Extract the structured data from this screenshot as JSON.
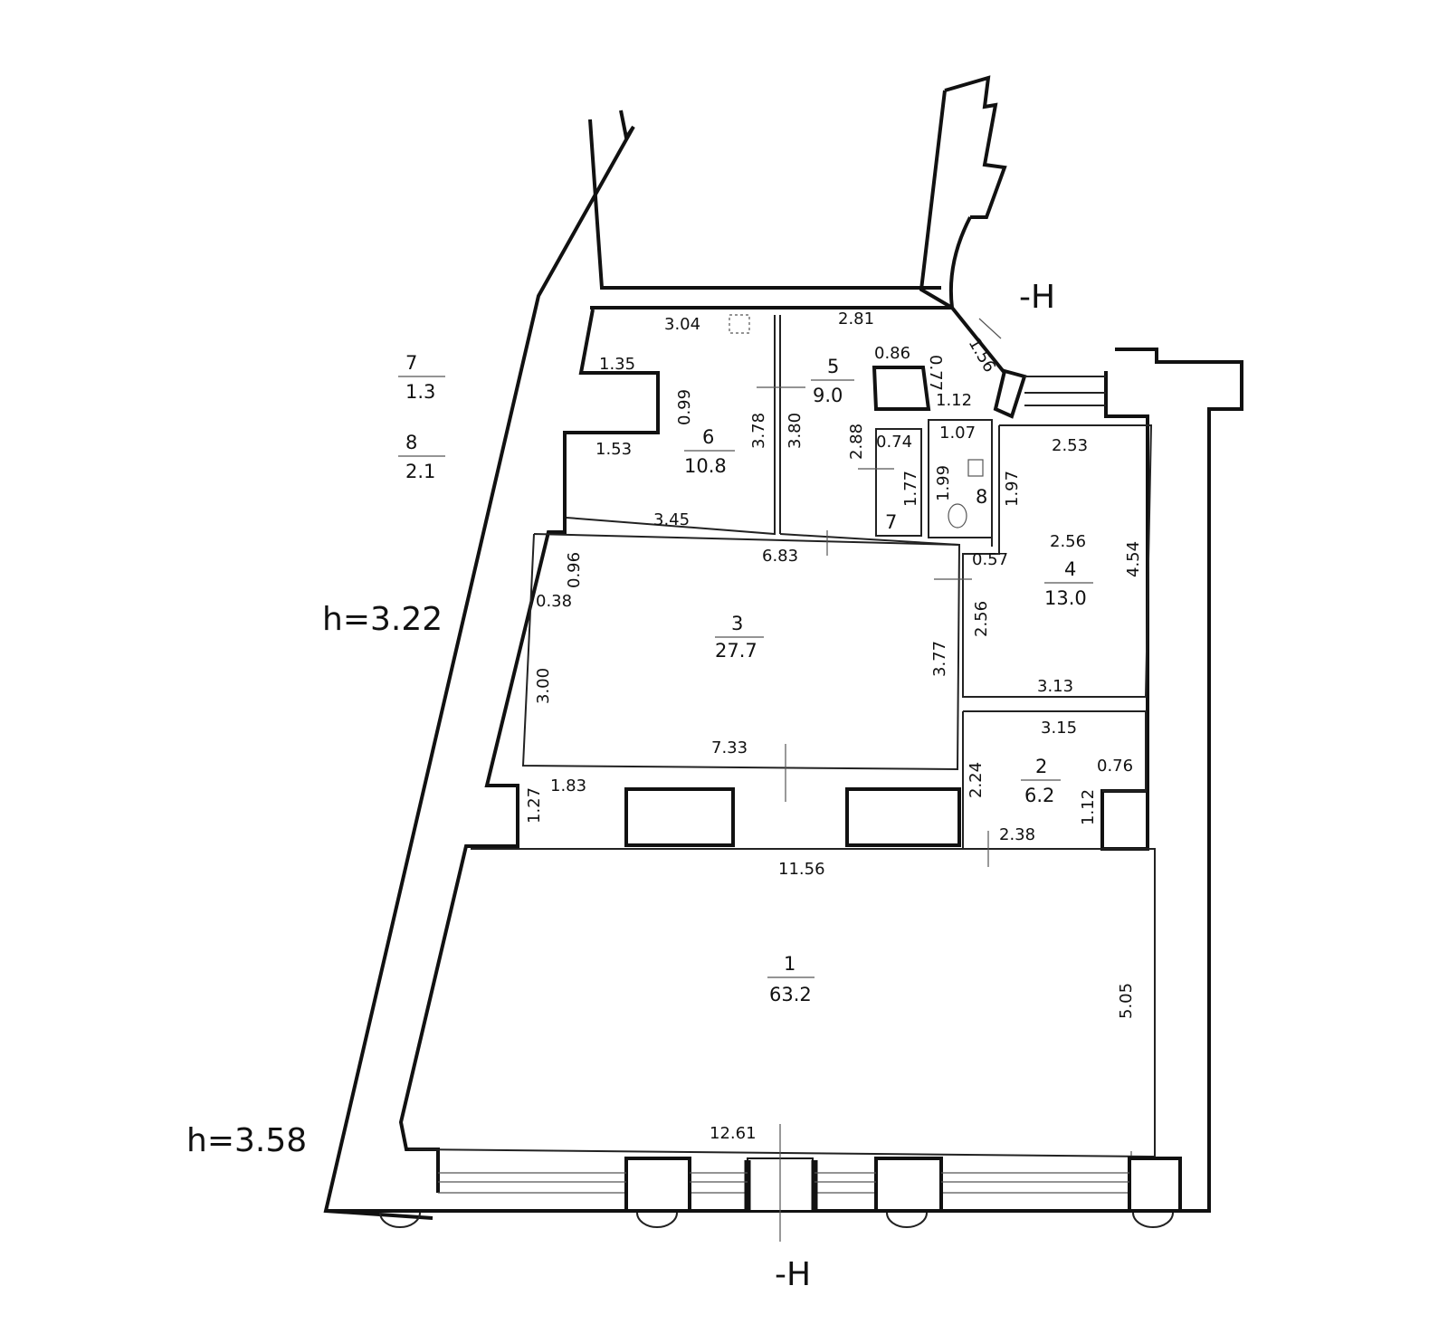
{
  "heights": {
    "upper": "h=3.22",
    "lower": "h=3.58"
  },
  "section_marks": {
    "top": "-H",
    "bottom": "-H"
  },
  "legend": [
    {
      "num": "7",
      "area": "1.3"
    },
    {
      "num": "8",
      "area": "2.1"
    }
  ],
  "rooms": [
    {
      "num": "1",
      "area": "63.2"
    },
    {
      "num": "2",
      "area": "6.2"
    },
    {
      "num": "3",
      "area": "27.7"
    },
    {
      "num": "4",
      "area": "13.0"
    },
    {
      "num": "5",
      "area": "9.0"
    },
    {
      "num": "6",
      "area": "10.8"
    },
    {
      "num": "7"
    },
    {
      "num": "8"
    }
  ],
  "dimensions": {
    "d_3_04": "3.04",
    "d_2_81": "2.81",
    "d_1_56": "1.56",
    "d_1_35": "1.35",
    "d_0_99": "0.99",
    "d_3_78": "3.78",
    "d_3_80": "3.80",
    "d_0_86": "0.86",
    "d_0_77": "0.77",
    "d_1_12a": "1.12",
    "d_1_07": "1.07",
    "d_2_88": "2.88",
    "d_0_74": "0.74",
    "d_1_77": "1.77",
    "d_1_99": "1.99",
    "d_1_97": "1.97",
    "d_2_53": "2.53",
    "d_1_53": "1.53",
    "d_3_45": "3.45",
    "d_6_83": "6.83",
    "d_0_96": "0.96",
    "d_0_38": "0.38",
    "d_0_57": "0.57",
    "d_2_56a": "2.56",
    "d_2_56b": "2.56",
    "d_4_54": "4.54",
    "d_3_00": "3.00",
    "d_3_77": "3.77",
    "d_3_13": "3.13",
    "d_3_15": "3.15",
    "d_7_33": "7.33",
    "d_2_24": "2.24",
    "d_0_76": "0.76",
    "d_1_27": "1.27",
    "d_1_83": "1.83",
    "d_1_12b": "1.12",
    "d_2_38": "2.38",
    "d_11_56": "11.56",
    "d_5_05": "5.05",
    "d_12_61": "12.61"
  }
}
